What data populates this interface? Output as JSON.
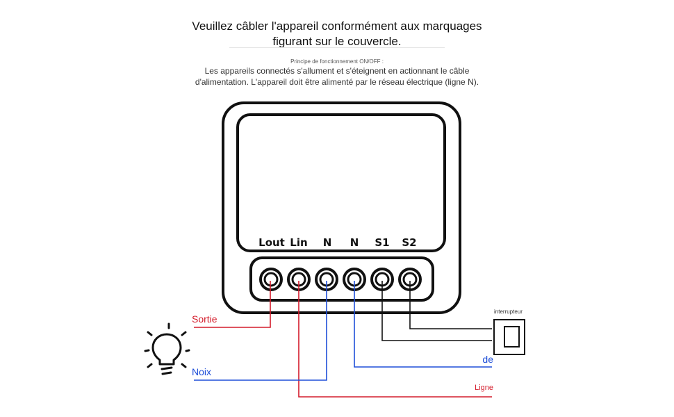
{
  "header": {
    "title_line1": "Veuillez câbler l'appareil conformément aux marquages",
    "title_line2": "figurant sur le couvercle.",
    "principle_heading": "Principe de fonctionnement ON/OFF :",
    "principle_line1": "Les appareils connectés s'allument et s'éteignent en actionnant le câble",
    "principle_line2": "d'alimentation. L'appareil doit être alimenté par le réseau électrique (ligne N)."
  },
  "terminals": [
    "Lout",
    "Lin",
    "N",
    "N",
    "S1",
    "S2"
  ],
  "wire_labels": {
    "output": "Sortie",
    "neutral_left": "Noix",
    "neutral_right": "de",
    "line": "Ligne",
    "switch": "interrupteur"
  },
  "colors": {
    "line_wire": "#d41c2b",
    "neutral_wire": "#1f4fd8",
    "switch_wire": "#111111"
  },
  "icons": {
    "bulb": "light-bulb-icon",
    "switch": "wall-switch-icon"
  }
}
